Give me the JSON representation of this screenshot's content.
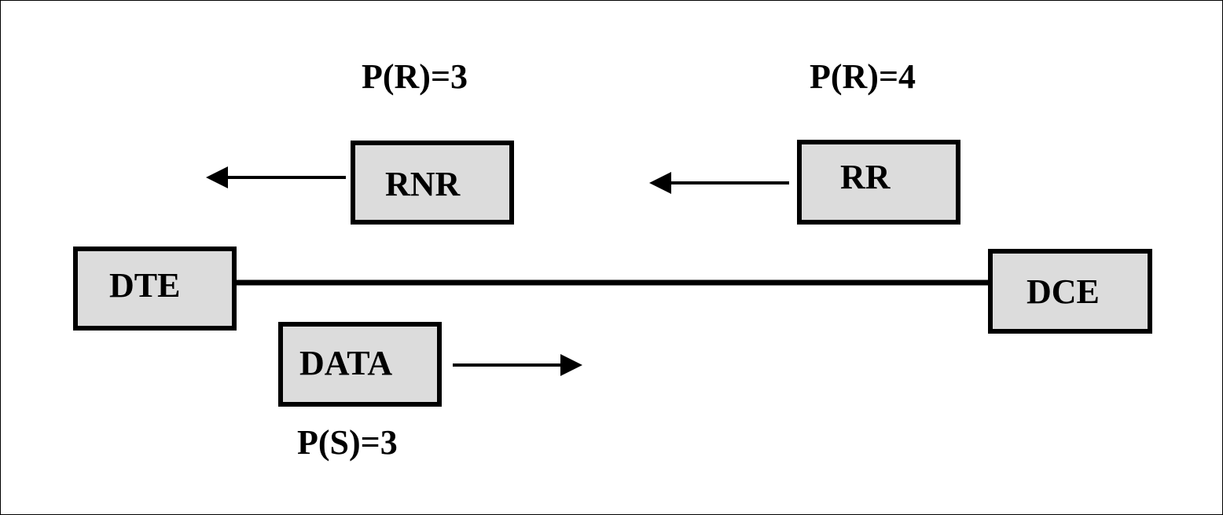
{
  "nodes": {
    "dte": "DTE",
    "dce": "DCE"
  },
  "frames": {
    "rnr": "RNR",
    "rr": "RR",
    "data": "DATA"
  },
  "annotations": {
    "rnr_pr": "P(R)=3",
    "rr_pr": "P(R)=4",
    "data_ps": "P(S)=3"
  },
  "colors": {
    "box_fill": "#dcdcdc",
    "stroke": "#000000",
    "background": "#ffffff"
  }
}
